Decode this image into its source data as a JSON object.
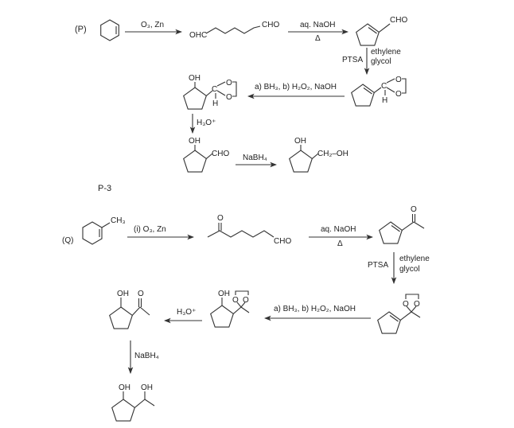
{
  "scheme_p": {
    "label": "(P)",
    "step1": {
      "reagent": "O₃, Zn"
    },
    "dialdehyde": {
      "left": "OHC",
      "right": "CHO"
    },
    "step2": {
      "reagent": "aq. NaOH",
      "condition": "Δ"
    },
    "enal": {
      "group": "CHO"
    },
    "step3": {
      "catalyst": "PTSA",
      "reagent_line1": "ethylene",
      "reagent_line2": "glycol"
    },
    "acetal": {
      "c": "C",
      "o1": "O",
      "o2": "O",
      "h": "H"
    },
    "step4": {
      "reagent": "a) BH₃, b) H₂O₂, NaOH"
    },
    "hydroxy_acetal": {
      "oh": "OH",
      "c": "C",
      "o1": "O",
      "o2": "O",
      "h": "H"
    },
    "step5": {
      "reagent": "H₃O⁺"
    },
    "hydroxy_aldehyde": {
      "oh": "OH",
      "group": "CHO"
    },
    "step6": {
      "reagent": "NaBH₄"
    },
    "diol": {
      "oh": "OH",
      "group": "CH₂–OH"
    }
  },
  "section_label": "P-3",
  "scheme_q": {
    "label": "(Q)",
    "methyl": "CH₃",
    "step1": {
      "reagent": "(i) O₃, Zn"
    },
    "ketoaldehyde": {
      "o": "O",
      "group": "CHO"
    },
    "step2": {
      "reagent": "aq. NaOH",
      "condition": "Δ"
    },
    "enone": {
      "o": "O"
    },
    "step3": {
      "catalyst": "PTSA",
      "reagent_line1": "ethylene",
      "reagent_line2": "glycol"
    },
    "ketal": {
      "o1": "O",
      "o2": "O"
    },
    "step4": {
      "reagent": "a) BH₃, b) H₂O₂, NaOH"
    },
    "hydroxy_ketal": {
      "oh": "OH",
      "o1": "O",
      "o2": "O"
    },
    "step5": {
      "reagent": "H₃O⁺"
    },
    "hydroxy_ketone": {
      "oh": "OH",
      "o": "O"
    },
    "step6": {
      "reagent": "NaBH₄"
    },
    "diol": {
      "oh1": "OH",
      "oh2": "OH"
    }
  }
}
